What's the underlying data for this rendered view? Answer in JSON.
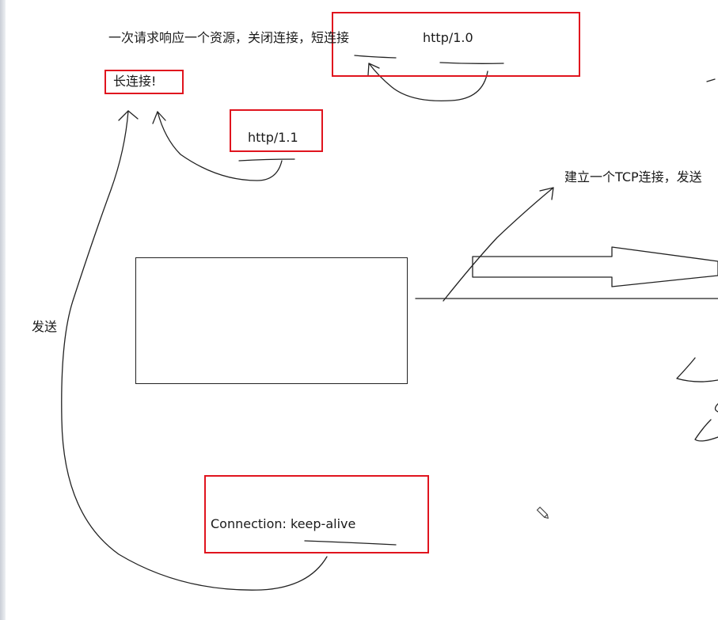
{
  "notes": {
    "short_connection": "一次请求响应一个资源，关闭连接，短连接",
    "http10": "http/1.0",
    "long_connection": "长连接!",
    "http11": "http/1.1",
    "tcp_note": "建立一个TCP连接，发送",
    "send": "发送",
    "keep_alive": "Connection: keep-alive"
  },
  "colors": {
    "highlight_box": "#e0141e",
    "ink": "#1a1a1a"
  },
  "icons": {
    "pencil": "pencil-cursor-icon"
  }
}
